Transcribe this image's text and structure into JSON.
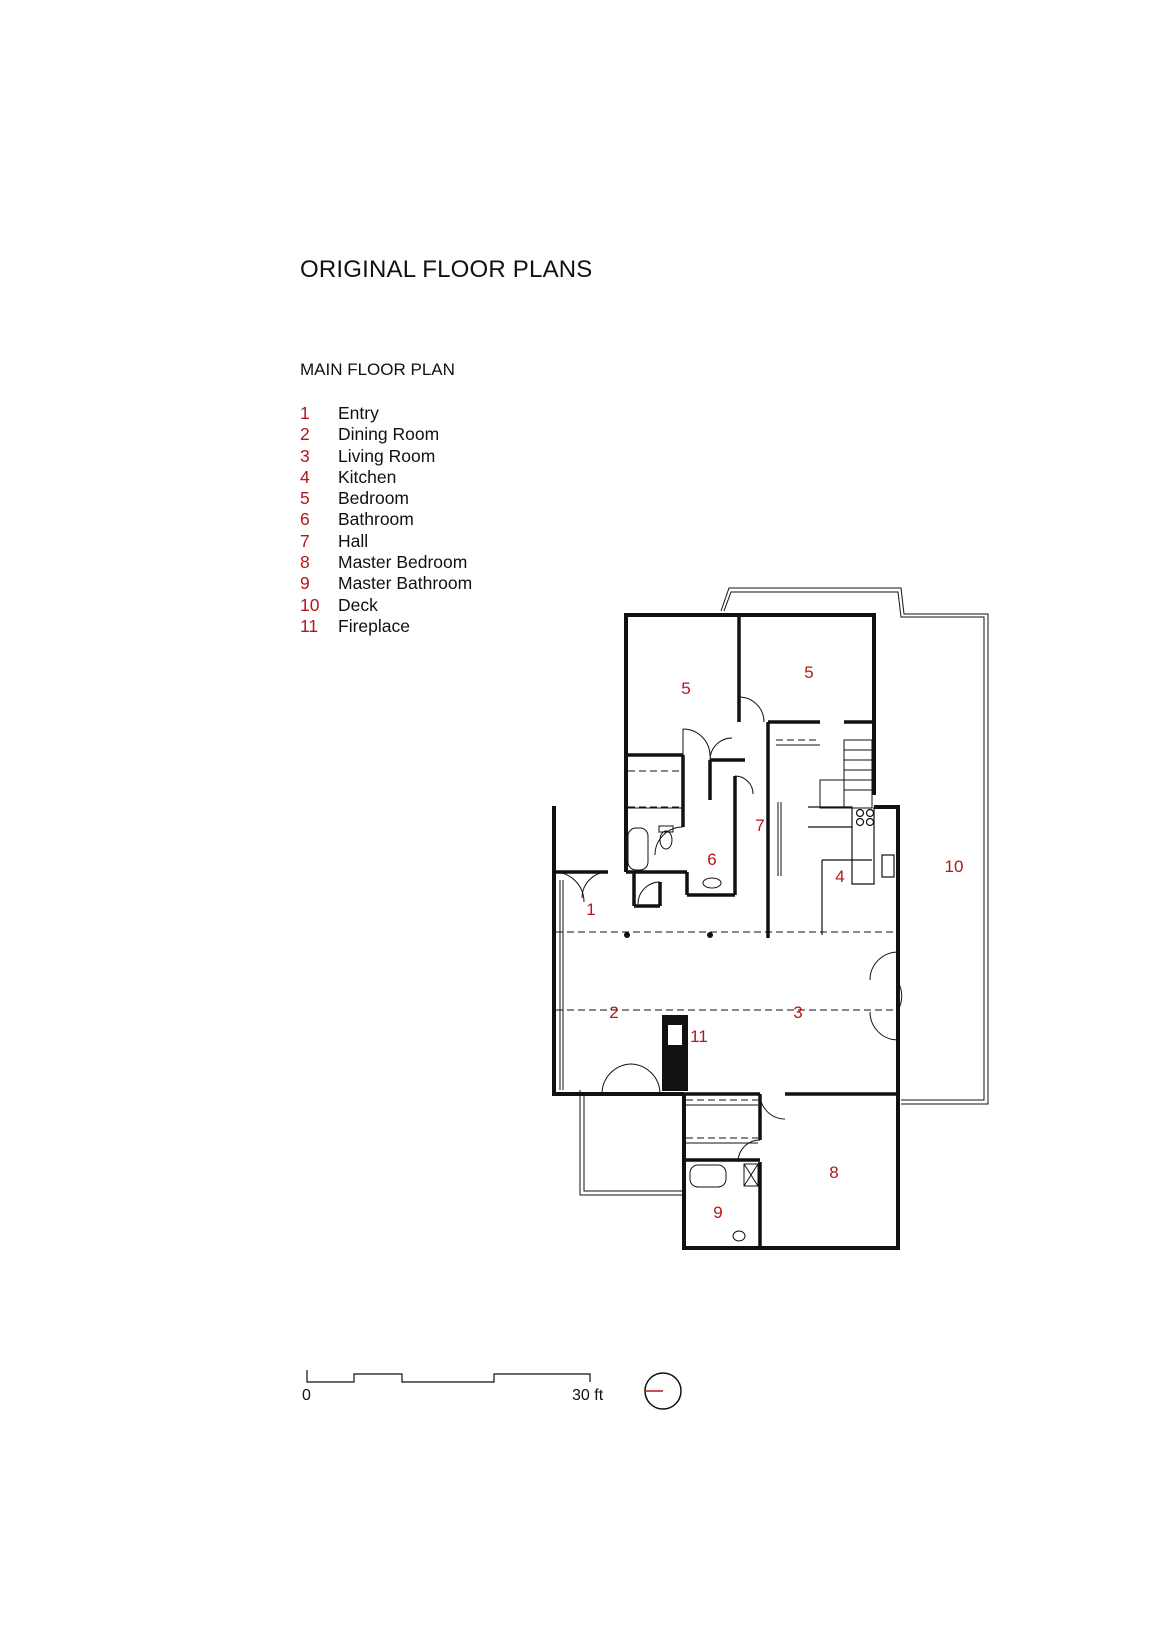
{
  "document": {
    "title": "ORIGINAL FLOOR PLANS",
    "subtitle": "MAIN FLOOR PLAN"
  },
  "legend": [
    {
      "num": "1",
      "label": "Entry"
    },
    {
      "num": "2",
      "label": "Dining Room"
    },
    {
      "num": "3",
      "label": "Living Room"
    },
    {
      "num": "4",
      "label": "Kitchen"
    },
    {
      "num": "5",
      "label": "Bedroom"
    },
    {
      "num": "6",
      "label": "Bathroom"
    },
    {
      "num": "7",
      "label": "Hall"
    },
    {
      "num": "8",
      "label": "Master Bedroom"
    },
    {
      "num": "9",
      "label": "Master Bathroom"
    },
    {
      "num": "10",
      "label": "Deck"
    },
    {
      "num": "11",
      "label": "Fireplace"
    }
  ],
  "plan_labels": {
    "bedroom_a": "5",
    "bedroom_b": "5",
    "hall": "7",
    "bathroom": "6",
    "kitchen": "4",
    "deck": "10",
    "entry": "1",
    "dining": "2",
    "living": "3",
    "fireplace": "11",
    "master_bedroom": "8",
    "master_bathroom": "9"
  },
  "scale_bar": {
    "start_label": "0",
    "end_label": "30 ft"
  },
  "colors": {
    "accent_red": "#b5161c",
    "ink": "#111111"
  },
  "icons": {
    "north_arrow": "north-arrow-icon"
  }
}
